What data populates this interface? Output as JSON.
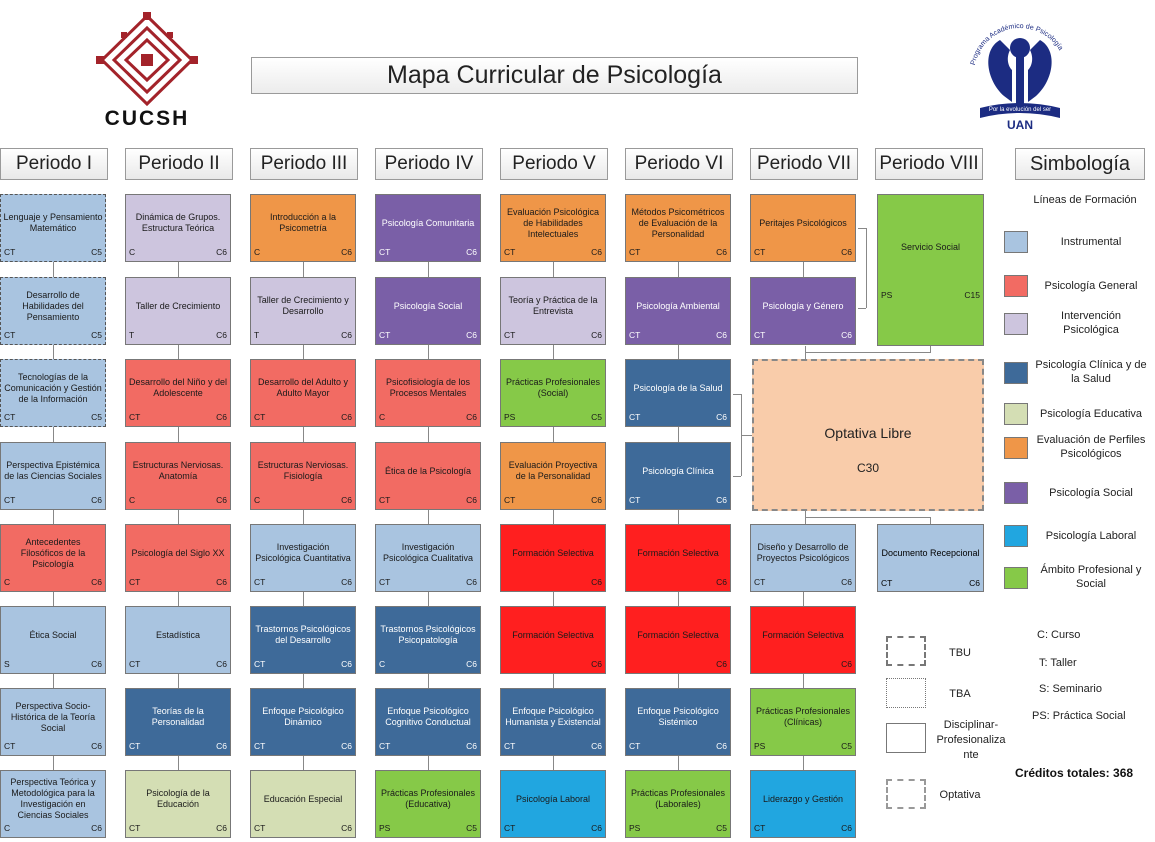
{
  "title": "Mapa Curricular de Psicología",
  "logo_left_text": "CUCSH",
  "logo_right": {
    "arc_text": "Programa Académico de Psicología",
    "motto": "Por la evolución del ser",
    "acronym": "UAN"
  },
  "colors": {
    "inst": "#a9c4e0",
    "gen": "#f26b63",
    "int": "#cdc5de",
    "cli": "#3e6a99",
    "edu": "#d4deb4",
    "eva": "#ef9648",
    "soc": "#7a5fa7",
    "lab": "#21a6e0",
    "amb": "#86c948",
    "sel": "#ff1f1f",
    "opt": "#f9ccaa",
    "maroon": "#a3232a",
    "navy": "#1c2c82"
  },
  "periods": [
    "Periodo I",
    "Periodo II",
    "Periodo III",
    "Periodo IV",
    "Periodo V",
    "Periodo VI",
    "Periodo VII",
    "Periodo VIII"
  ],
  "columns": [
    [
      {
        "name": "Lenguaje y Pensamiento Matemático",
        "type": "CT",
        "credits": "C5",
        "line": "inst",
        "border": "dash"
      },
      {
        "name": "Desarrollo de Habilidades del Pensamiento",
        "type": "CT",
        "credits": "C5",
        "line": "inst",
        "border": "dash"
      },
      {
        "name": "Tecnologías de la Comunicación y Gestión de la Información",
        "type": "CT",
        "credits": "C5",
        "line": "inst",
        "border": "dash"
      },
      {
        "name": "Perspectiva Epistémica de las Ciencias Sociales",
        "type": "CT",
        "credits": "C6",
        "line": "inst",
        "border": "solid"
      },
      {
        "name": "Antecedentes Filosóficos de la Psicología",
        "type": "C",
        "credits": "C6",
        "line": "gen",
        "border": "solid"
      },
      {
        "name": "Ética Social",
        "type": "S",
        "credits": "C6",
        "line": "inst",
        "border": "solid"
      },
      {
        "name": "Perspectiva Socio-Histórica de la Teoría Social",
        "type": "CT",
        "credits": "C6",
        "line": "inst",
        "border": "solid"
      },
      {
        "name": "Perspectiva Teórica y Metodológica para la Investigación en Ciencias Sociales",
        "type": "C",
        "credits": "C6",
        "line": "inst",
        "border": "solid"
      }
    ],
    [
      {
        "name": "Dinámica de Grupos. Estructura Teórica",
        "type": "C",
        "credits": "C6",
        "line": "int",
        "border": "solid"
      },
      {
        "name": "Taller de Crecimiento",
        "type": "T",
        "credits": "C6",
        "line": "int",
        "border": "solid"
      },
      {
        "name": "Desarrollo del Niño y del Adolescente",
        "type": "CT",
        "credits": "C6",
        "line": "gen",
        "border": "solid"
      },
      {
        "name": "Estructuras Nerviosas. Anatomía",
        "type": "C",
        "credits": "C6",
        "line": "gen",
        "border": "solid"
      },
      {
        "name": "Psicología del Siglo XX",
        "type": "CT",
        "credits": "C6",
        "line": "gen",
        "border": "solid"
      },
      {
        "name": "Estadística",
        "type": "CT",
        "credits": "C6",
        "line": "inst",
        "border": "solid"
      },
      {
        "name": "Teorías de la Personalidad",
        "type": "CT",
        "credits": "C6",
        "line": "cli",
        "border": "solid"
      },
      {
        "name": "Psicología de la Educación",
        "type": "CT",
        "credits": "C6",
        "line": "edu",
        "border": "solid"
      }
    ],
    [
      {
        "name": "Introducción a la Psicometría",
        "type": "C",
        "credits": "C6",
        "line": "eva",
        "border": "solid"
      },
      {
        "name": "Taller de Crecimiento y Desarrollo",
        "type": "T",
        "credits": "C6",
        "line": "int",
        "border": "solid"
      },
      {
        "name": "Desarrollo del Adulto y Adulto Mayor",
        "type": "CT",
        "credits": "C6",
        "line": "gen",
        "border": "solid"
      },
      {
        "name": "Estructuras Nerviosas. Fisiología",
        "type": "C",
        "credits": "C6",
        "line": "gen",
        "border": "solid"
      },
      {
        "name": "Investigación Psicológica Cuantitativa",
        "type": "CT",
        "credits": "C6",
        "line": "inst",
        "border": "solid"
      },
      {
        "name": "Trastornos Psicológicos del Desarrollo",
        "type": "CT",
        "credits": "C6",
        "line": "cli",
        "border": "solid"
      },
      {
        "name": "Enfoque Psicológico Dinámico",
        "type": "CT",
        "credits": "C6",
        "line": "cli",
        "border": "solid"
      },
      {
        "name": "Educación Especial",
        "type": "CT",
        "credits": "C6",
        "line": "edu",
        "border": "solid"
      }
    ],
    [
      {
        "name": "Psicología Comunitaria",
        "type": "CT",
        "credits": "C6",
        "line": "soc",
        "border": "solid"
      },
      {
        "name": "Psicología Social",
        "type": "CT",
        "credits": "C6",
        "line": "soc",
        "border": "solid"
      },
      {
        "name": "Psicofisiología de los Procesos Mentales",
        "type": "C",
        "credits": "C6",
        "line": "gen",
        "border": "solid"
      },
      {
        "name": "Ética de la Psicología",
        "type": "CT",
        "credits": "C6",
        "line": "gen",
        "border": "solid"
      },
      {
        "name": "Investigación Psicológica Cualitativa",
        "type": "CT",
        "credits": "C6",
        "line": "inst",
        "border": "solid"
      },
      {
        "name": "Trastornos Psicológicos Psicopatología",
        "type": "C",
        "credits": "C6",
        "line": "cli",
        "border": "solid"
      },
      {
        "name": "Enfoque Psicológico Cognitivo Conductual",
        "type": "CT",
        "credits": "C6",
        "line": "cli",
        "border": "solid"
      },
      {
        "name": "Prácticas Profesionales (Educativa)",
        "type": "PS",
        "credits": "C5",
        "line": "amb",
        "border": "solid"
      }
    ],
    [
      {
        "name": "Evaluación Psicológica de Habilidades Intelectuales",
        "type": "CT",
        "credits": "C6",
        "line": "eva",
        "border": "solid"
      },
      {
        "name": "Teoría y Práctica de la Entrevista",
        "type": "CT",
        "credits": "C6",
        "line": "int",
        "border": "solid"
      },
      {
        "name": "Prácticas Profesionales (Social)",
        "type": "PS",
        "credits": "C5",
        "line": "amb",
        "border": "solid"
      },
      {
        "name": "Evaluación Proyectiva de la Personalidad",
        "type": "CT",
        "credits": "C6",
        "line": "eva",
        "border": "solid"
      },
      {
        "name": "Formación Selectiva",
        "type": "",
        "credits": "C6",
        "line": "sel",
        "border": "solid"
      },
      {
        "name": "Formación Selectiva",
        "type": "",
        "credits": "C6",
        "line": "sel",
        "border": "solid"
      },
      {
        "name": "Enfoque Psicológico Humanista y Existencial",
        "type": "CT",
        "credits": "C6",
        "line": "cli",
        "border": "solid"
      },
      {
        "name": "Psicología Laboral",
        "type": "CT",
        "credits": "C6",
        "line": "lab",
        "border": "solid"
      }
    ],
    [
      {
        "name": "Métodos Psicométricos de Evaluación de la Personalidad",
        "type": "CT",
        "credits": "C6",
        "line": "eva",
        "border": "solid"
      },
      {
        "name": "Psicología Ambiental",
        "type": "CT",
        "credits": "C6",
        "line": "soc",
        "border": "solid"
      },
      {
        "name": "Psicología de la Salud",
        "type": "CT",
        "credits": "C6",
        "line": "cli",
        "border": "solid"
      },
      {
        "name": "Psicología Clínica",
        "type": "CT",
        "credits": "C6",
        "line": "cli",
        "border": "solid"
      },
      {
        "name": "Formación Selectiva",
        "type": "",
        "credits": "C6",
        "line": "sel",
        "border": "solid"
      },
      {
        "name": "Formación Selectiva",
        "type": "",
        "credits": "C6",
        "line": "sel",
        "border": "solid"
      },
      {
        "name": "Enfoque Psicológico Sistémico",
        "type": "CT",
        "credits": "C6",
        "line": "cli",
        "border": "solid"
      },
      {
        "name": "Prácticas Profesionales (Laborales)",
        "type": "PS",
        "credits": "C5",
        "line": "amb",
        "border": "solid"
      }
    ],
    [
      {
        "name": "Peritajes Psicológicos",
        "type": "CT",
        "credits": "C6",
        "line": "eva",
        "border": "solid"
      },
      {
        "name": "Psicología y Género",
        "type": "CT",
        "credits": "C6",
        "line": "soc",
        "border": "solid"
      },
      {
        "name": "Diseño y Desarrollo de Proyectos Psicológicos",
        "type": "CT",
        "credits": "C6",
        "line": "inst",
        "border": "solid"
      },
      {
        "name": "Formación Selectiva",
        "type": "",
        "credits": "C6",
        "line": "sel",
        "border": "solid"
      },
      {
        "name": "Prácticas Profesionales (Clínicas)",
        "type": "PS",
        "credits": "C5",
        "line": "amb",
        "border": "solid"
      },
      {
        "name": "Liderazgo y Gestión",
        "type": "CT",
        "credits": "C6",
        "line": "lab",
        "border": "solid"
      }
    ]
  ],
  "col7_rows": [
    0,
    1,
    4,
    5,
    6,
    7
  ],
  "servicio_social": {
    "name": "Servicio Social",
    "type": "PS",
    "credits": "C15"
  },
  "optativa": {
    "name": "Optativa Libre",
    "credits": "C30"
  },
  "documento": {
    "name": "Documento Recepcional",
    "type": "CT",
    "credits": "C6"
  },
  "legend": {
    "title": "Simbología",
    "subtitle": "Líneas de Formación",
    "items": [
      {
        "key": "inst",
        "label": "Instrumental"
      },
      {
        "key": "gen",
        "label": "Psicología General"
      },
      {
        "key": "int",
        "label": "Intervención Psicológica"
      },
      {
        "key": "cli",
        "label": "Psicología Clínica y de la Salud"
      },
      {
        "key": "edu",
        "label": "Psicología Educativa"
      },
      {
        "key": "eva",
        "label": "Evaluación de Perfiles Psicológicos"
      },
      {
        "key": "soc",
        "label": "Psicología Social"
      },
      {
        "key": "lab",
        "label": "Psicología Laboral"
      },
      {
        "key": "amb",
        "label": "Ámbito Profesional y Social"
      }
    ],
    "borders": [
      {
        "label": "TBU",
        "style": "dash-long"
      },
      {
        "label": "TBA",
        "style": "dotted"
      },
      {
        "label": "Disciplinar-Profesionalizante",
        "style": "solid"
      },
      {
        "label": "Optativa",
        "style": "dash"
      }
    ],
    "abbreviations": [
      "C: Curso",
      "T: Taller",
      "S: Seminario",
      "PS: Práctica Social"
    ],
    "total": "Créditos totales: 368"
  }
}
